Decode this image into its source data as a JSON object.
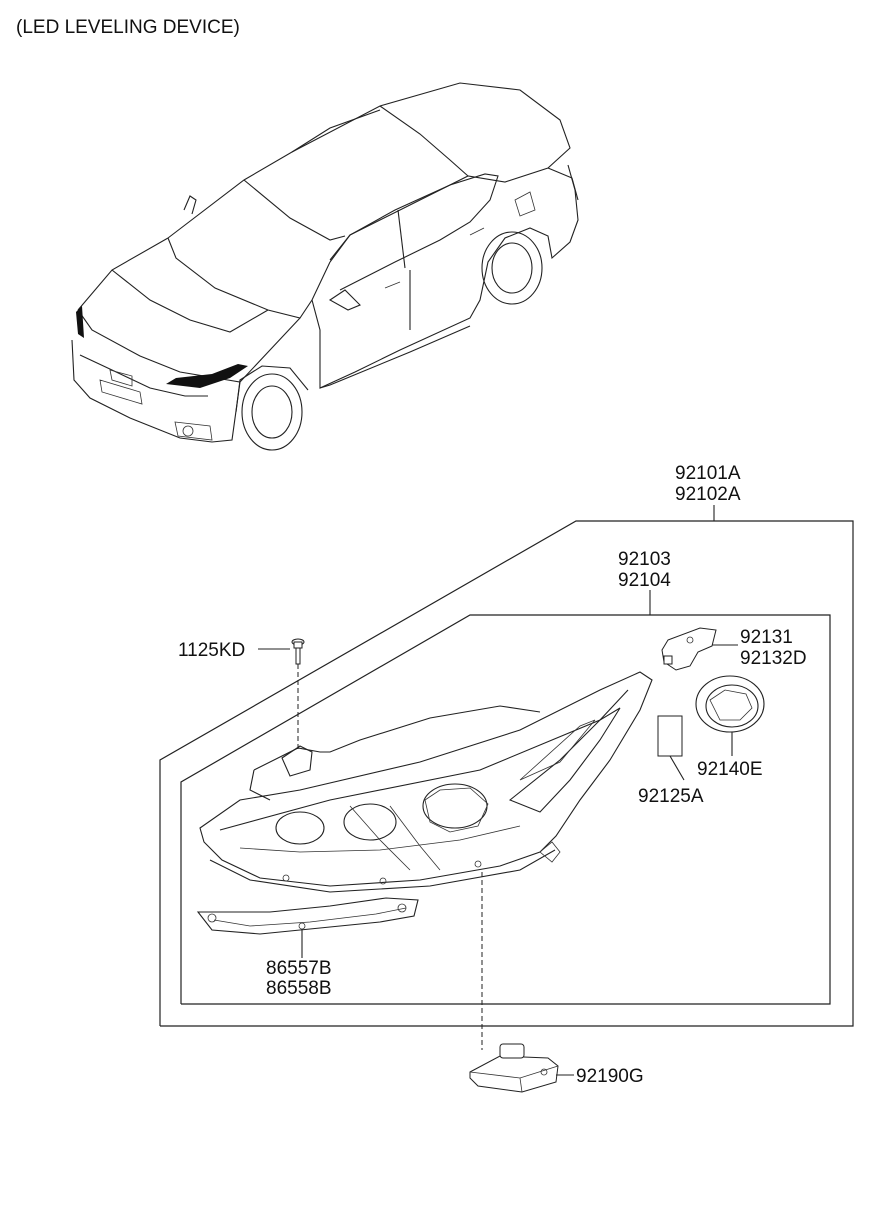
{
  "diagram": {
    "title": "(LED LEVELING DEVICE)",
    "callouts": {
      "assy_a": "92101A",
      "assy_b": "92102A",
      "housing_a": "92103",
      "housing_b": "92104",
      "screw": "1125KD",
      "bracket_a": "92131",
      "bracket_b": "92132D",
      "cap": "92140E",
      "label": "92125A",
      "trim_a": "86557B",
      "trim_b": "86558B",
      "module": "92190G"
    },
    "icons": {
      "car": "car-illustration",
      "headlamp": "headlamp-illustration"
    }
  }
}
